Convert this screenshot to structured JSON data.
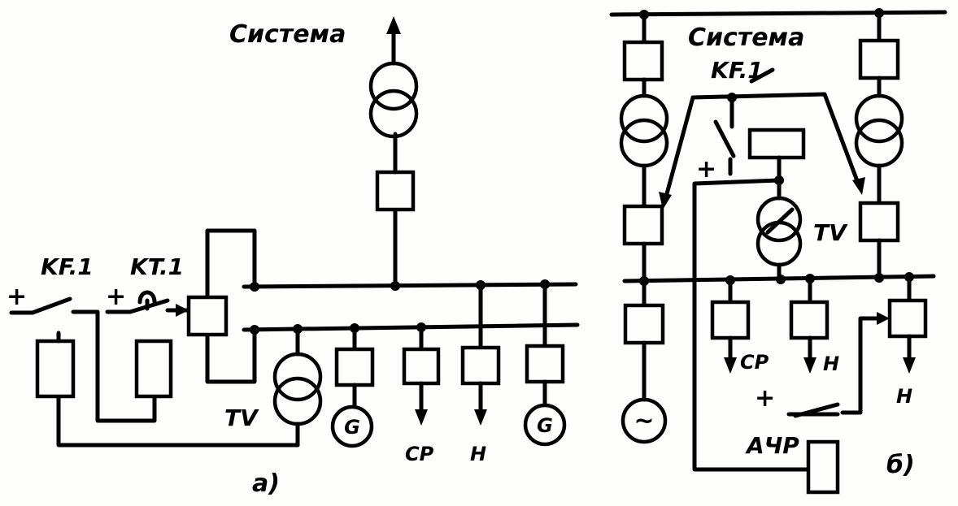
{
  "diagram_a": {
    "system_label": "Система",
    "relay_kf1_label": "KF.1",
    "relay_kt1_label": "KT.1",
    "plus_1": "+",
    "plus_2": "+",
    "tv_label": "TV",
    "generator_1_label": "G",
    "generator_2_label": "G",
    "load_cp_label": "CP",
    "load_h_label": "H",
    "caption": "а)"
  },
  "diagram_b": {
    "system_label": "Система",
    "relay_kf1_label": "KF.1",
    "plus_1": "+",
    "plus_2": "+",
    "tv_label": "TV",
    "generator_symbol": "~",
    "load_cp_label": "CP",
    "load_h1_label": "H",
    "load_h2_label": "H",
    "achr_label": "АЧР",
    "caption": "б)"
  },
  "colors": {
    "ink": "#000000",
    "paper": "#fdfdfb"
  }
}
